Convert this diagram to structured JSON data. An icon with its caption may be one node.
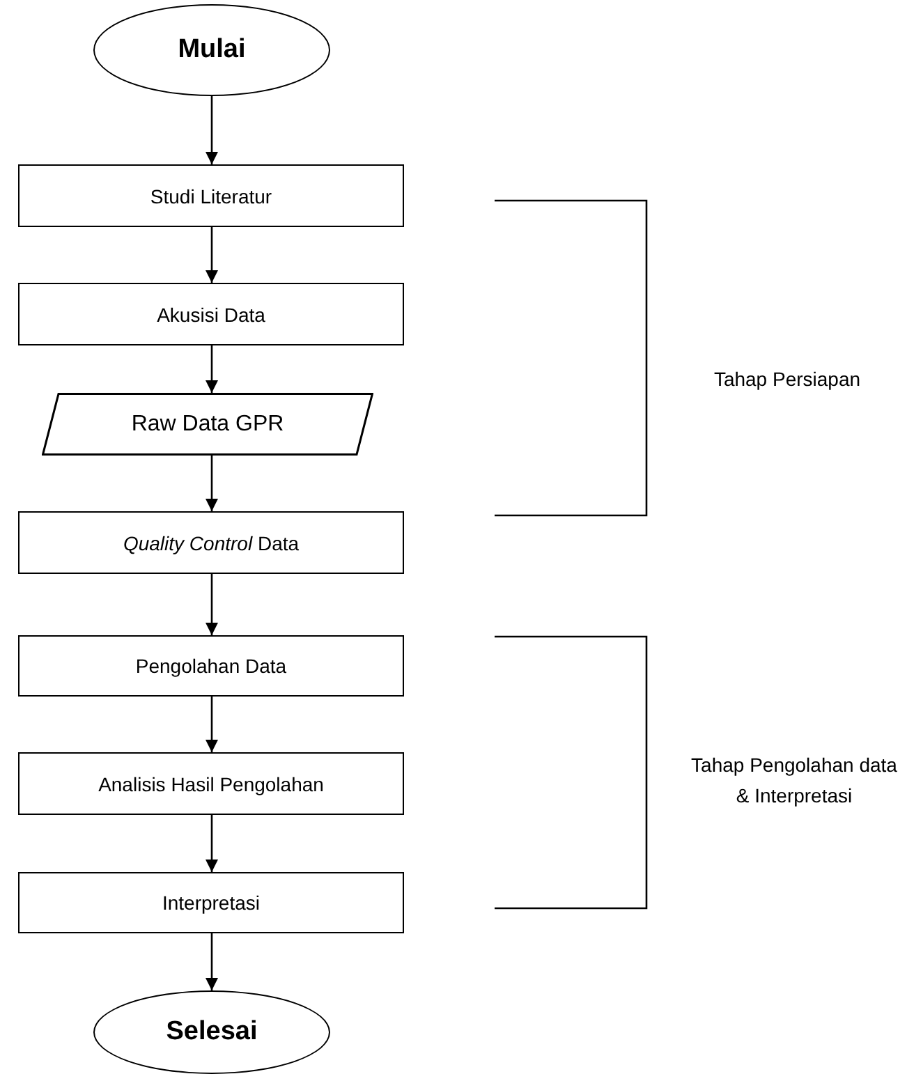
{
  "diagram": {
    "nodes": [
      {
        "text": [
          "Mulai"
        ]
      },
      {
        "text": [
          "Studi Literatur"
        ]
      },
      {
        "text": [
          "Akusisi Data"
        ]
      },
      {
        "text": [
          "Raw Data GPR"
        ]
      },
      {
        "text": [
          "*Quality Control* Data"
        ]
      },
      {
        "text": [
          "Pengolahan Data"
        ]
      },
      {
        "text": [
          "Analisis Hasil Pengolahan"
        ]
      },
      {
        "text": [
          "Interpretasi"
        ]
      },
      {
        "text": [
          "Selesai"
        ]
      }
    ],
    "edges": [
      {
        "from": 0,
        "to": 1,
        "arrow": "to"
      },
      {
        "from": 1,
        "to": 2,
        "arrow": "to"
      },
      {
        "from": 2,
        "to": 3,
        "arrow": "to"
      },
      {
        "from": 3,
        "to": 4,
        "arrow": "to"
      },
      {
        "from": 4,
        "to": 5,
        "arrow": "to"
      },
      {
        "from": 5,
        "to": 6,
        "arrow": "to"
      },
      {
        "from": 6,
        "to": 7,
        "arrow": "to"
      },
      {
        "from": 7,
        "to": 8,
        "arrow": "to"
      }
    ],
    "labels": [
      "Tahap Persiapan",
      "Tahap Pengolahan data & Interpretasi"
    ]
  }
}
